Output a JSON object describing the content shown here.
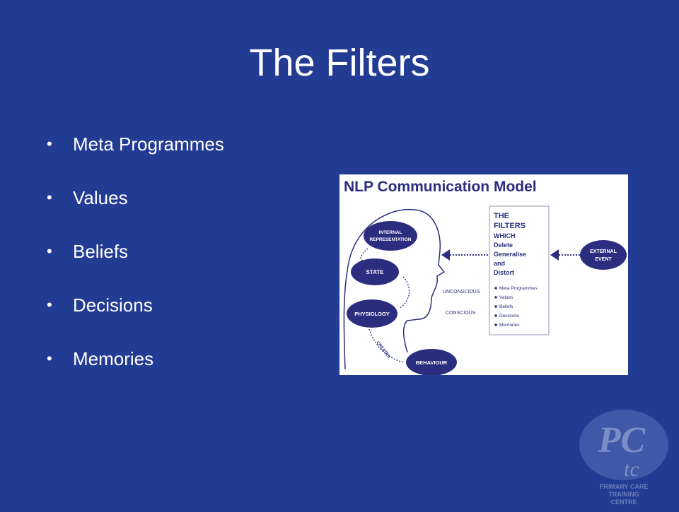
{
  "slide": {
    "title": "The Filters",
    "bullets": [
      "Meta Programmes",
      "Values",
      "Beliefs",
      "Decisions",
      "Memories"
    ]
  },
  "diagram": {
    "title": "NLP Communication Model",
    "filters_box": {
      "heading_line1": "THE",
      "heading_line2": "FILTERS",
      "which": "WHICH",
      "actions": [
        "Delete",
        "Generalise",
        "and",
        "Distort"
      ],
      "items": [
        "Meta Programmes",
        "Values",
        "Beliefs",
        "Decisions",
        "Memories"
      ]
    },
    "external_event": [
      "EXTERNAL",
      "EVENT"
    ],
    "internal_representation": [
      "INTERNAL",
      "REPRESENTATION"
    ],
    "state": "STATE",
    "physiology": "PHYSIOLOGY",
    "behaviour": "BEHAVIOUR",
    "unconscious": "UNCONSCIOUS",
    "conscious": "CONSCIOUS",
    "creates": "CREATES"
  },
  "logo": {
    "letters": "PC",
    "sub": "tc",
    "caption": [
      "PRIMARY CARE",
      "TRAINING",
      "CENTRE"
    ]
  },
  "colors": {
    "background": "#233c93",
    "diagram_navy": "#2b2d7f",
    "text": "#ffffff"
  }
}
